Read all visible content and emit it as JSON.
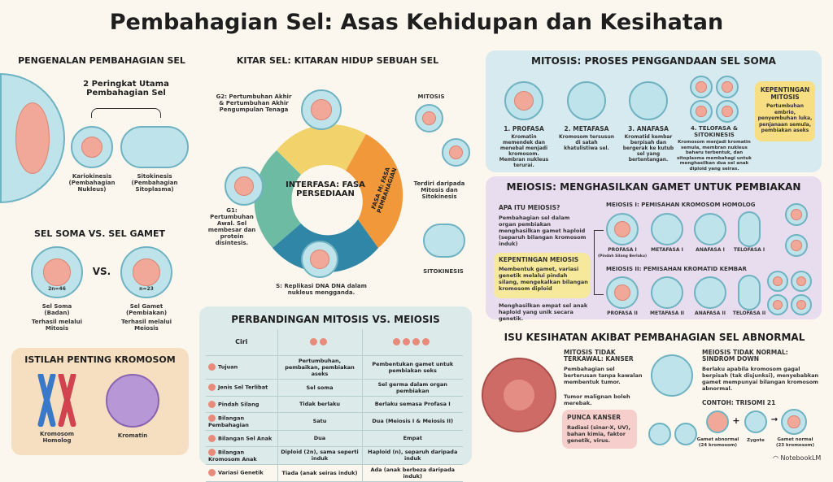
{
  "title": "Pembahagian Sel: Asas Kehidupan dan Kesihatan",
  "intro": {
    "heading": "PENGENALAN PEMBAHAGIAN SEL",
    "subheading": "2 Peringkat Utama Pembahagian Sel",
    "items": [
      "Kariokinesis (Pembahagian Nukleus)",
      "Sitokinesis (Pembahagian Sitoplasma)"
    ]
  },
  "soma_gamet": {
    "heading": "SEL SOMA VS. SEL GAMET",
    "vs": "VS.",
    "soma": {
      "count": "2n=46",
      "name": "Sel Soma (Badan)",
      "note": "Terhasil melalui Mitosis"
    },
    "gamet": {
      "count": "n=23",
      "name": "Sel Gamet (Pembiakan)",
      "note": "Terhasil melalui Meiosis"
    }
  },
  "istilah": {
    "heading": "ISTILAH PENTING KROMOSOM",
    "items": [
      "Kromosom Homolog",
      "Kromatin"
    ]
  },
  "cycle": {
    "heading": "KITAR SEL: KITARAN HIDUP SEBUAH SEL",
    "center": "INTERFASA: FASA PERSEDIAAN",
    "g2": "G2: Pertumbuhan Akhir & Pertumbuhan Akhir Pengumpulan Tenaga",
    "g1": "G1: Pertumbuhan Awal. Sel membesar dan protein disintesis.",
    "s": "S: Replikasi DNA DNA dalam nukleus mengganda.",
    "m": "FASA M: FASA PEMBAHAGIAN",
    "mitosis": "MITOSIS",
    "sitokinesis": "SITOKINESIS",
    "note": "Terdiri daripada Mitosis dan Sitokinesis",
    "colors": {
      "g1": "#6dbba3",
      "g2": "#f2d36b",
      "s": "#2f86a6",
      "m": "#f0983a"
    }
  },
  "comparison": {
    "heading": "PERBANDINGAN MITOSIS VS. MEIOSIS",
    "col_header": "Ciri",
    "rows": [
      [
        "Tujuan",
        "Pertumbuhan, pembaikan, pembiakan aseks",
        "Pembentukan gamet untuk pembiakan seks"
      ],
      [
        "Jenis Sel Terlibat",
        "Sel soma",
        "Sel germa dalam organ pembiakan"
      ],
      [
        "Pindah Silang",
        "Tidak berlaku",
        "Berlaku semasa Profasa I"
      ],
      [
        "Bilangan Pembahagian",
        "Satu",
        "Dua (Meiosis I & Meiosis II)"
      ],
      [
        "Bilangan Sel Anak",
        "Dua",
        "Empat"
      ],
      [
        "Bilangan Kromosom Anak",
        "Diploid (2n), sama seperti induk",
        "Haploid (n), separuh daripada induk"
      ],
      [
        "Variasi Genetik",
        "Tiada (anak seiras induk)",
        "Ada (anak berbeza daripada induk)"
      ]
    ]
  },
  "mitosis": {
    "heading": "MITOSIS: PROSES PENGGANDAAN SEL SOMA",
    "stages": [
      {
        "name": "1. PROFASA",
        "desc": "Kromatin memendek dan menebal menjadi kromosom. Membran nukleus terurai."
      },
      {
        "name": "2. METAFASA",
        "desc": "Kromosom tersusun di satah khatulistiwa sel."
      },
      {
        "name": "3. ANAFASA",
        "desc": "Kromatid kembar berpisah dan bergerak ke kutub sel yang bertentangan."
      },
      {
        "name": "4. TELOFASA & SITOKINESIS",
        "desc": "Kromosom menjadi kromatin semula, membran nukleus baharu terbentuk, dan sitoplasma membahagi untuk menghasilkan dua sel anak diploid yang seiras."
      }
    ],
    "importance": {
      "heading": "KEPENTINGAN MITOSIS",
      "text": "Pertumbuhan embrio, penyembuhan luka, penjanaan semula, pembiakan aseks"
    }
  },
  "meiosis": {
    "heading": "MEIOSIS: MENGHASILKAN GAMET UNTUK PEMBIAKAN",
    "what_heading": "APA ITU MEIOSIS?",
    "what_text": "Pembahagian sel dalam organ pembiakan menghasilkan gamet haploid (separuh bilangan kromosom induk)",
    "importance_heading": "KEPENTINGAN MEIOSIS",
    "importance_text": "Membentuk gamet, variasi genetik melalui pindah silang, mengekalkan bilangan kromosom diploid",
    "result": "Menghasilkan empat sel anak haploid yang unik secara genetik.",
    "m1_heading": "MEIOSIS I: PEMISAHAN KROMOSOM HOMOLOG",
    "m1": [
      "PROFASA I",
      "METAFASA I",
      "ANAFASA I",
      "TELOFASA I"
    ],
    "m1_note": "(Pindah Silang Berlaku)",
    "m2_heading": "MEIOSIS II: PEMISAHAN KROMATID KEMBAR",
    "m2": [
      "PROFASA II",
      "METAFASA II",
      "ANAFASA II",
      "TELOFASA II"
    ]
  },
  "health": {
    "heading": "ISU KESIHATAN AKIBAT PEMBAHAGIAN SEL ABNORMAL",
    "cancer_heading": "MITOSIS TIDAK TERKAWAL: KANSER",
    "cancer_text": "Pembahagian sel berterusan tanpa kawalan membentuk tumor.",
    "cancer_text2": "Tumor malignan boleh merebak.",
    "causes_heading": "PUNCA KANSER",
    "causes_text": "Radiasi (sinar-X, UV), bahan kimia, faktor genetik, virus.",
    "down_heading": "MEIOSIS TIDAK NORMAL: SINDROM DOWN",
    "down_text": "Berlaku apabila kromosom gagal berpisah (tak disjunksi), menyebabkan gamet mempunyai bilangan kromosom abnormal.",
    "example": "CONTOH: TRISOMI 21",
    "labels": [
      "Gamet abnormal (24 kromosom)",
      "Zygote",
      "Gamet normal (23 kromosom)"
    ]
  },
  "brand": "NotebookLM"
}
